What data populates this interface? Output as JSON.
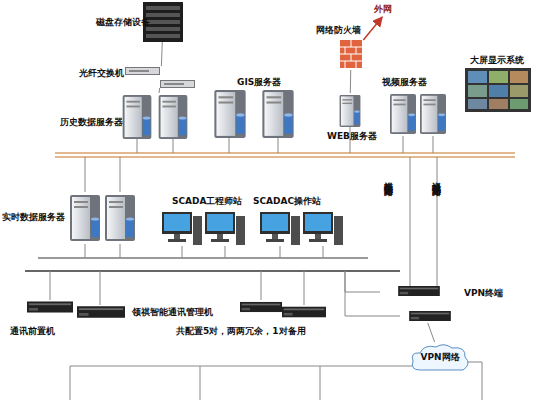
{
  "diagram": {
    "nodes": [
      {
        "text": [
          "磁盘存储设备"
        ]
      },
      {
        "text": [
          "光纤交换机"
        ]
      },
      {
        "text": [
          "历史数据服务器"
        ]
      },
      {
        "text": [
          "GIS服务器"
        ]
      },
      {
        "text": [
          "网络防火墙"
        ]
      },
      {
        "text": [
          "外网"
        ]
      },
      {
        "text": [
          "WEB服务器"
        ]
      },
      {
        "text": [
          "视频服务器"
        ]
      },
      {
        "text": [
          "大屏显示系统"
        ]
      },
      {
        "text": [
          "实时数据服务器"
        ]
      },
      {
        "text": [
          "SCADA工程师站"
        ]
      },
      {
        "text": [
          "SCADAC操作站"
        ]
      },
      {
        "text": [
          "通讯前置机"
        ]
      },
      {
        "text": [
          "领祺智能通讯管理机"
        ]
      },
      {
        "text": [
          "VPN终端"
        ]
      },
      {
        "text": [
          "VPN网络"
        ]
      }
    ],
    "edges": [
      {
        "from": 0,
        "to": 1,
        "arrow": "none"
      },
      {
        "from": 1,
        "to": 2,
        "arrow": "none"
      },
      {
        "from": 6,
        "to": 4,
        "arrow": "none"
      },
      {
        "from": 4,
        "to": 5,
        "arrow": "to"
      },
      {
        "from": 14,
        "to": 15,
        "arrow": "none"
      }
    ],
    "labels": [
      "视频数据通路",
      "巡线数据通路",
      "共配置5对，两两冗余，1对备用"
    ]
  }
}
